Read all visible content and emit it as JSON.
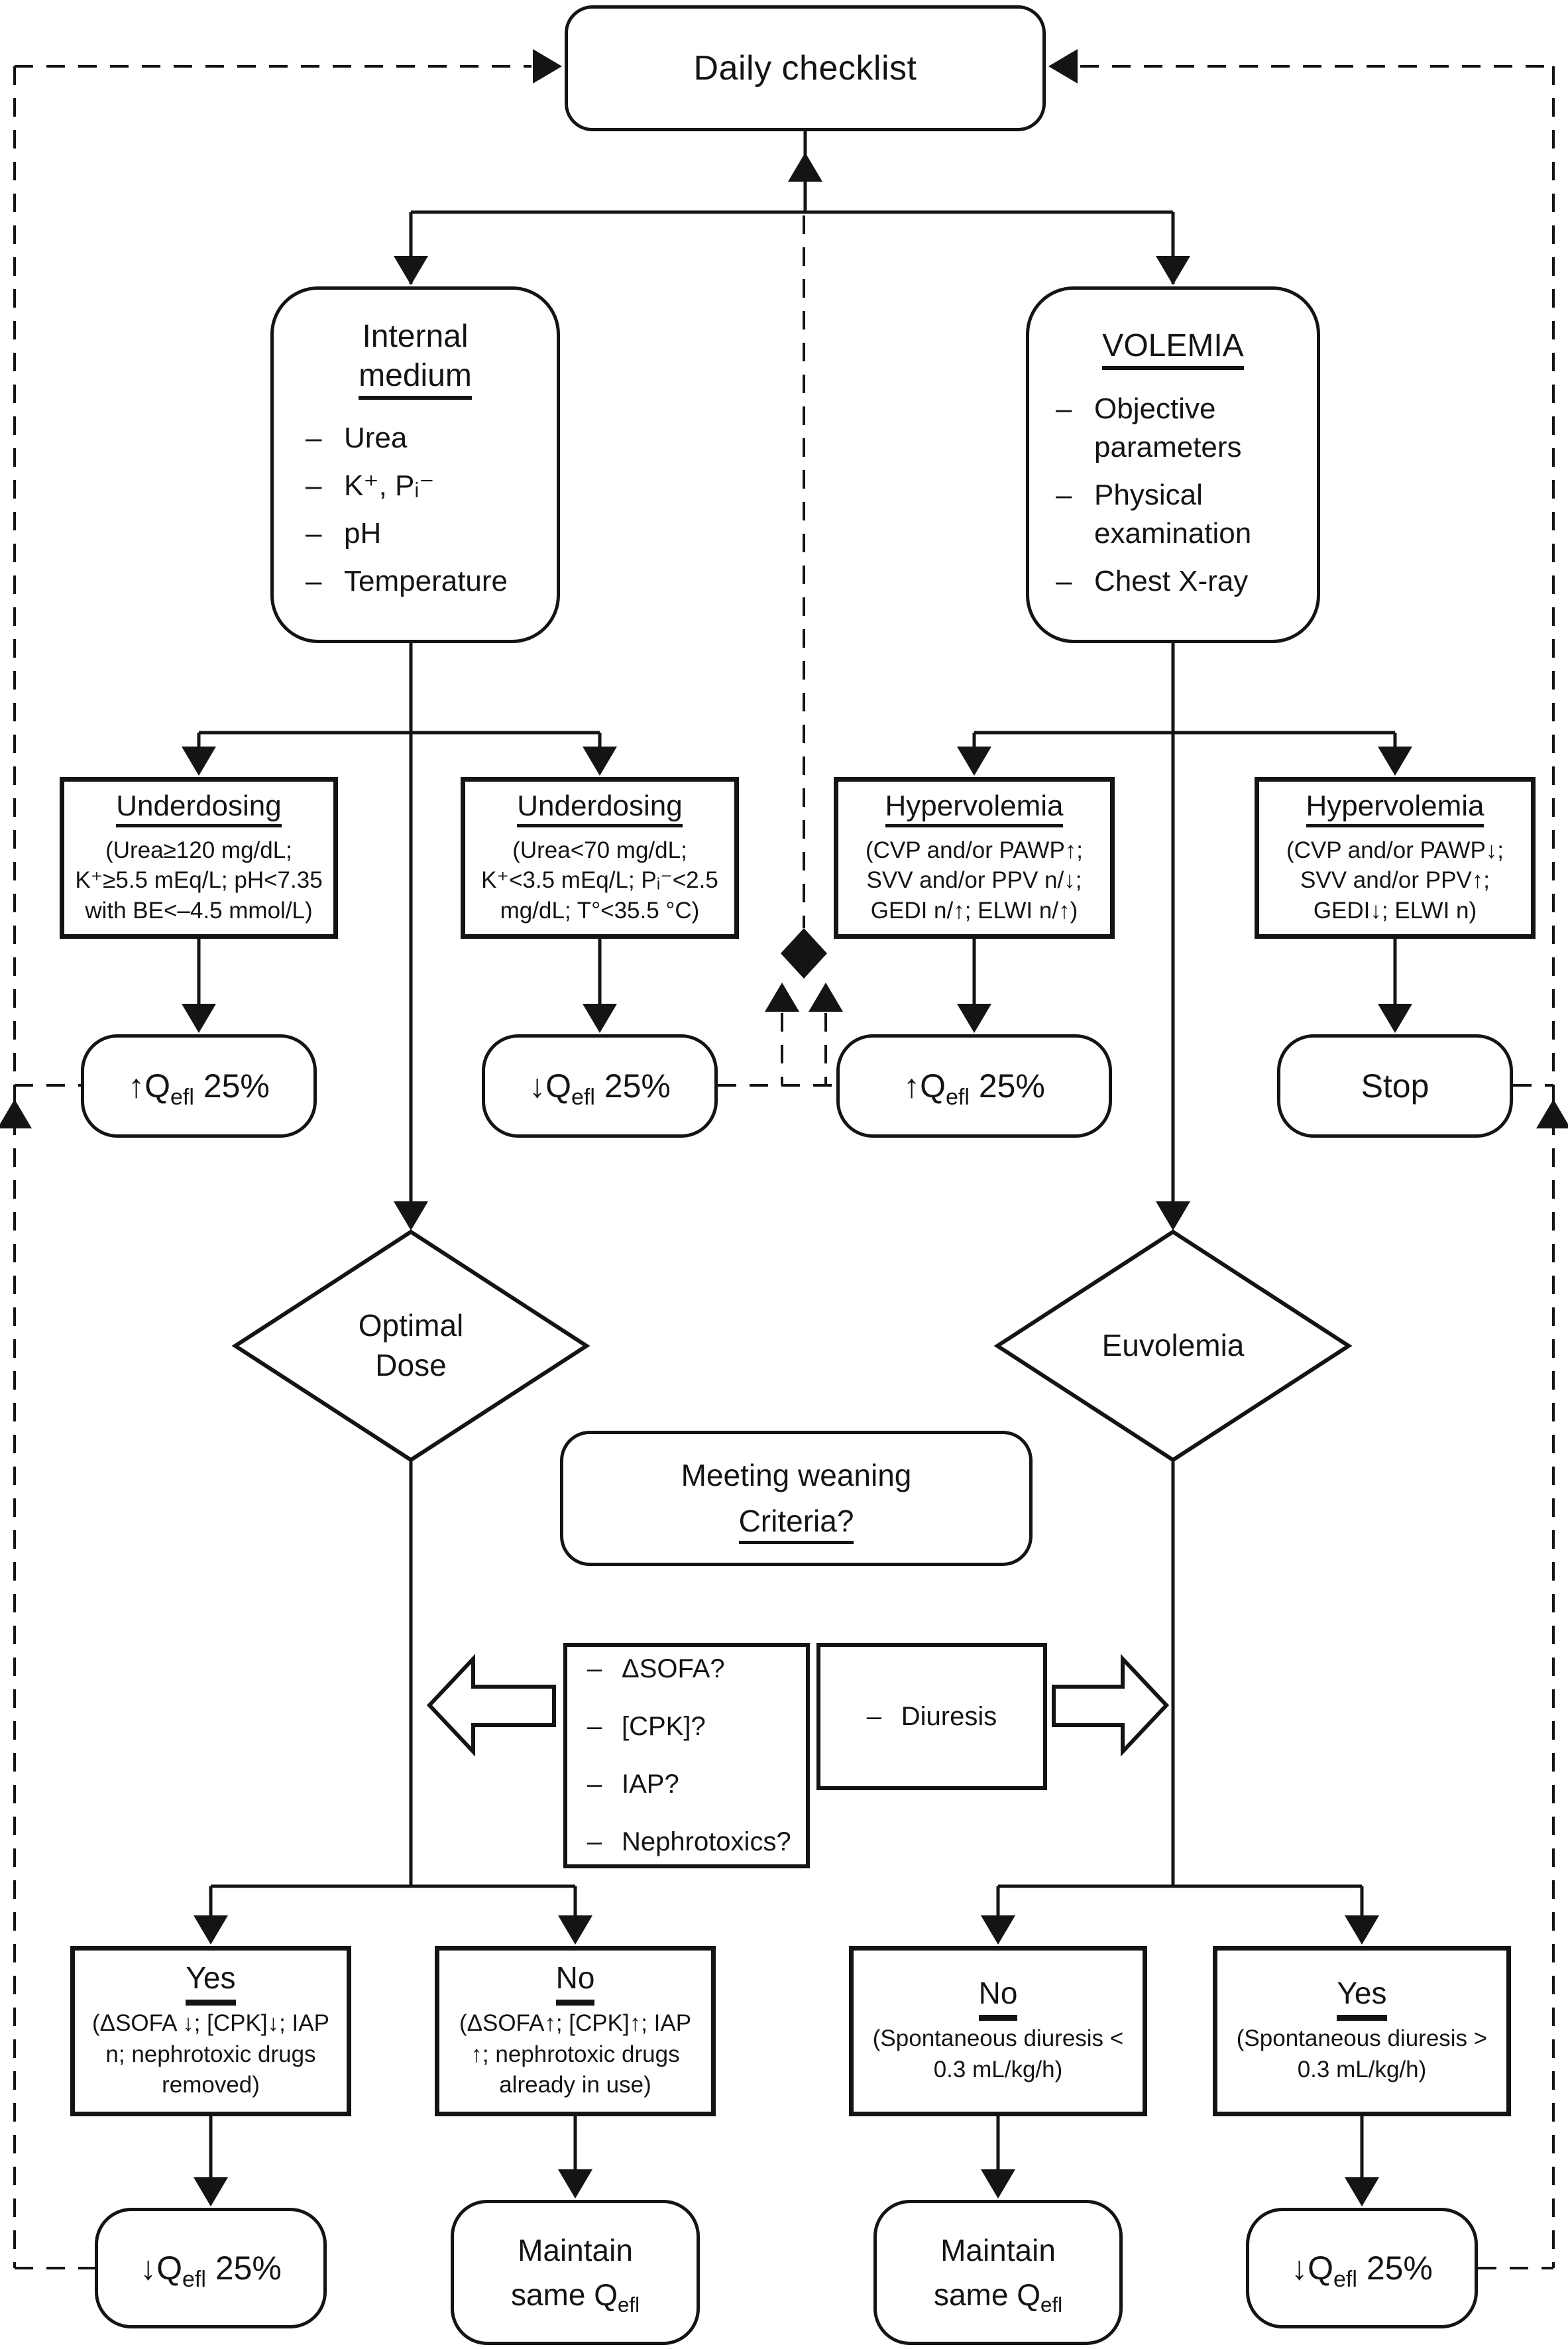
{
  "ui": {
    "dash": "–"
  },
  "colors": {
    "ink": "#141414",
    "background": "#ffffff"
  },
  "daily_checklist": {
    "label": "Daily checklist"
  },
  "internal_medium": {
    "title_line1": "Internal",
    "title_line2": "medium",
    "items": [
      "Urea",
      "K⁺, Pᵢ⁻",
      "pH",
      "Temperature"
    ]
  },
  "volemia": {
    "title": "VOLEMIA",
    "items": [
      "Objective parameters",
      "Physical examination",
      "Chest X-ray"
    ]
  },
  "underdosing_severe": {
    "title": "Underdosing",
    "criteria": "(Urea≥120 mg/dL; K⁺≥5.5 mEq/L; pH<7.35 with BE<–4.5 mmol/L)"
  },
  "underdosing_mild": {
    "title": "Underdosing",
    "criteria": "(Urea<70 mg/dL; K⁺<3.5 mEq/L; Pᵢ⁻<2.5 mg/dL; T°<35.5 °C)"
  },
  "hypervolemia_left": {
    "title": "Hypervolemia",
    "criteria": "(CVP and/or PAWP↑; SVV and/or PPV n/↓; GEDI n/↑; ELWI n/↑)"
  },
  "hypervolemia_right": {
    "title": "Hypervolemia",
    "criteria": "(CVP and/or PAWP↓; SVV and/or PPV↑; GEDI↓; ELWI n)"
  },
  "actions_row1": {
    "increase_qefl_1": {
      "pre": "↑Q",
      "sub": "efl",
      "post": " 25%"
    },
    "decrease_qefl_1": {
      "pre": "↓Q",
      "sub": "efl",
      "post": " 25%"
    },
    "increase_qefl_2": {
      "pre": "↑Q",
      "sub": "efl",
      "post": " 25%"
    },
    "stop": {
      "label": "Stop"
    }
  },
  "decisions": {
    "optimal_dose_line1": "Optimal",
    "optimal_dose_line2": "Dose",
    "euvolemia": "Euvolemia"
  },
  "weaning": {
    "question_line1": "Meeting weaning",
    "question_line2": "Criteria?",
    "left_criteria": [
      "ΔSOFA?",
      "[CPK]?",
      "IAP?",
      "Nephrotoxics?"
    ],
    "right_criteria": [
      "Diuresis"
    ]
  },
  "outcomes": {
    "yes_left": {
      "title": "Yes",
      "criteria": "(ΔSOFA ↓; [CPK]↓; IAP n; nephrotoxic drugs removed)"
    },
    "no_left": {
      "title": "No",
      "criteria": "(ΔSOFA↑; [CPK]↑; IAP ↑; nephrotoxic drugs already in use)"
    },
    "no_right": {
      "title": "No",
      "criteria": "(Spontaneous diuresis < 0.3 mL/kg/h)"
    },
    "yes_right": {
      "title": "Yes",
      "criteria": "(Spontaneous diuresis > 0.3 mL/kg/h)"
    }
  },
  "actions_row2": {
    "decrease_qefl_left": {
      "pre": "↓Q",
      "sub": "efl",
      "post": " 25%"
    },
    "maintain_left": {
      "line1": "Maintain",
      "pre": "same Q",
      "sub": "efl"
    },
    "maintain_right": {
      "line1": "Maintain",
      "pre": "same Q",
      "sub": "efl"
    },
    "decrease_qefl_right": {
      "pre": "↓Q",
      "sub": "efl",
      "post": " 25%"
    }
  }
}
